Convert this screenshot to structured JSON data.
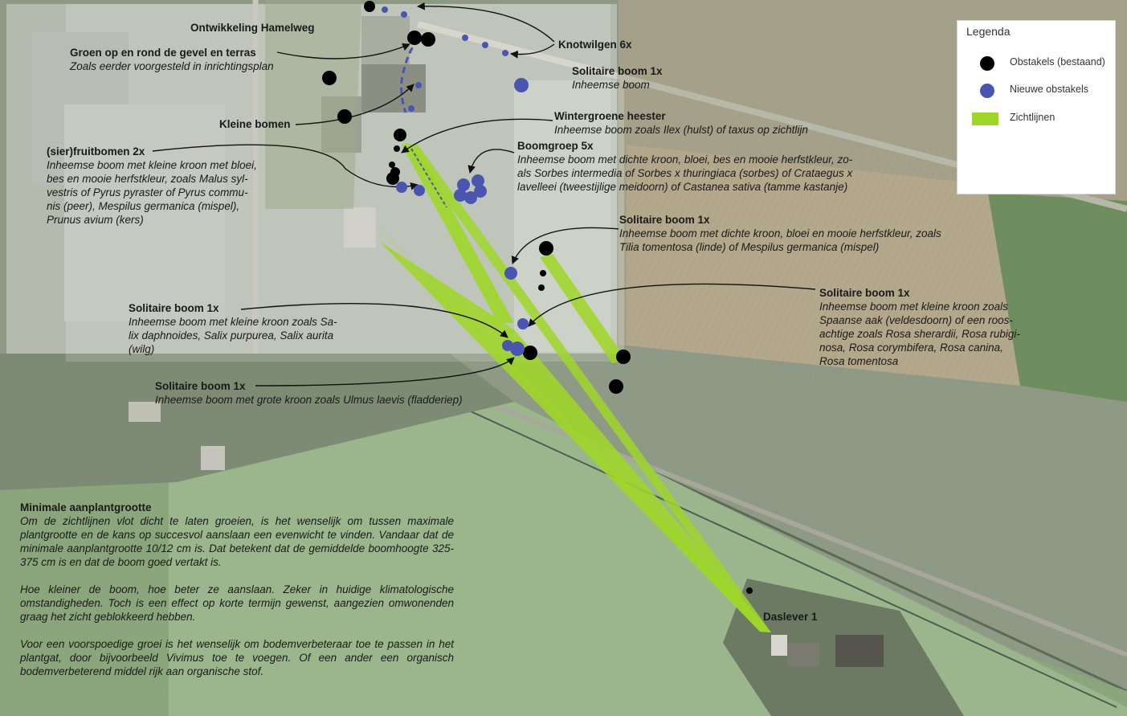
{
  "colors": {
    "existing": "#000000",
    "new": "#4a55b0",
    "sightline": "#9fd62a"
  },
  "legend": {
    "title": "Legenda",
    "items": [
      {
        "label": "Obstakels (bestaand)",
        "icon": "black-dot"
      },
      {
        "label": "Nieuwe obstakels",
        "icon": "blue-dot"
      },
      {
        "label": "Zichtlijnen",
        "icon": "green-rect"
      }
    ]
  },
  "labels": {
    "ontwikkeling": {
      "title": "Ontwikkeling Hamelweg"
    },
    "groen": {
      "title": "Groen op en rond de gevel en terras",
      "desc": "Zoals eerder voorgesteld in inrichtingsplan"
    },
    "knotwilgen": {
      "title": "Knotwilgen 6x"
    },
    "solitaire1": {
      "title": "Solitaire boom 1x",
      "desc": "Inheemse boom"
    },
    "wintergroene": {
      "title": "Wintergroene heester",
      "desc": "Inheemse boom zoals Ilex (hulst) of taxus op zichtlijn"
    },
    "kleine": {
      "title": "Kleine bomen"
    },
    "fruit": {
      "title": "(sier)fruitbomen 2x",
      "desc_lines": [
        "Inheemse boom met kleine kroon met bloei,",
        "bes en mooie herfstkleur, zoals Malus syl-",
        "vestris of Pyrus pyraster of Pyrus commu-",
        "nis (peer), Mespilus germanica (mispel),",
        "Prunus avium (kers)"
      ]
    },
    "boomgroep": {
      "title": "Boomgroep 5x",
      "desc_lines": [
        "Inheemse boom met dichte kroon, bloei, bes en mooie herfstkleur, zo-",
        "als Sorbes intermedia of Sorbes x thuringiaca (sorbes) of Crataegus x",
        "lavelleei  (tweestijlige meidoorn) of Castanea sativa (tamme kastanje)"
      ]
    },
    "solitaire2": {
      "title": "Solitaire boom 1x",
      "desc_lines": [
        "Inheemse boom met dichte kroon, bloei en mooie herfstkleur, zoals",
        "Tilia tomentosa (linde) of Mespilus germanica (mispel)"
      ]
    },
    "solitaire3": {
      "title": "Solitaire boom 1x",
      "desc_lines": [
        "Inheemse boom met kleine kroon zoals Sa-",
        "lix daphnoides, Salix purpurea, Salix aurita",
        "(wilg)"
      ]
    },
    "solitaire4": {
      "title": "Solitaire boom 1x",
      "desc_lines": [
        "Inheemse boom met kleine kroon zoals",
        "Spaanse aak (veldesdoorn) of een roos-",
        "achtige zoals Rosa sherardii, Rosa rubigi-",
        "nosa, Rosa corymbifera,    Rosa    canina,",
        "Rosa tomentosa"
      ]
    },
    "solitaire5": {
      "title": "Solitaire boom 1x",
      "desc": "Inheemse boom met grote kroon zoals Ulmus laevis (fladderiep)"
    },
    "daslever": {
      "title": "Daslever 1"
    }
  },
  "note": {
    "title": "Minimale aanplantgrootte",
    "paragraphs": [
      "Om de zichtlijnen vlot dicht te laten groeien, is het wenselijk om tussen maximale plantgrootte en de kans op succesvol aanslaan een evenwicht te vinden. Vandaar dat de minimale aanplantgrootte 10/12 cm is. Dat betekent dat de gemiddelde boomhoogte  325-375 cm is en dat de boom goed vertakt is.",
      "Hoe kleiner de boom, hoe beter ze aanslaan. Zeker in huidige klimatologische omstandigheden. Toch is een effect op korte termijn gewenst, aangezien omwonenden graag het zicht geblokkeerd hebben.",
      "Voor een voorspoedige groei is het wenselijk om bodemverbeteraar toe te passen in het plantgat, door bijvoorbeeld Vivimus toe te voegen. Of een ander een organisch bodemverbeterend middel rijk aan organische stof."
    ]
  }
}
